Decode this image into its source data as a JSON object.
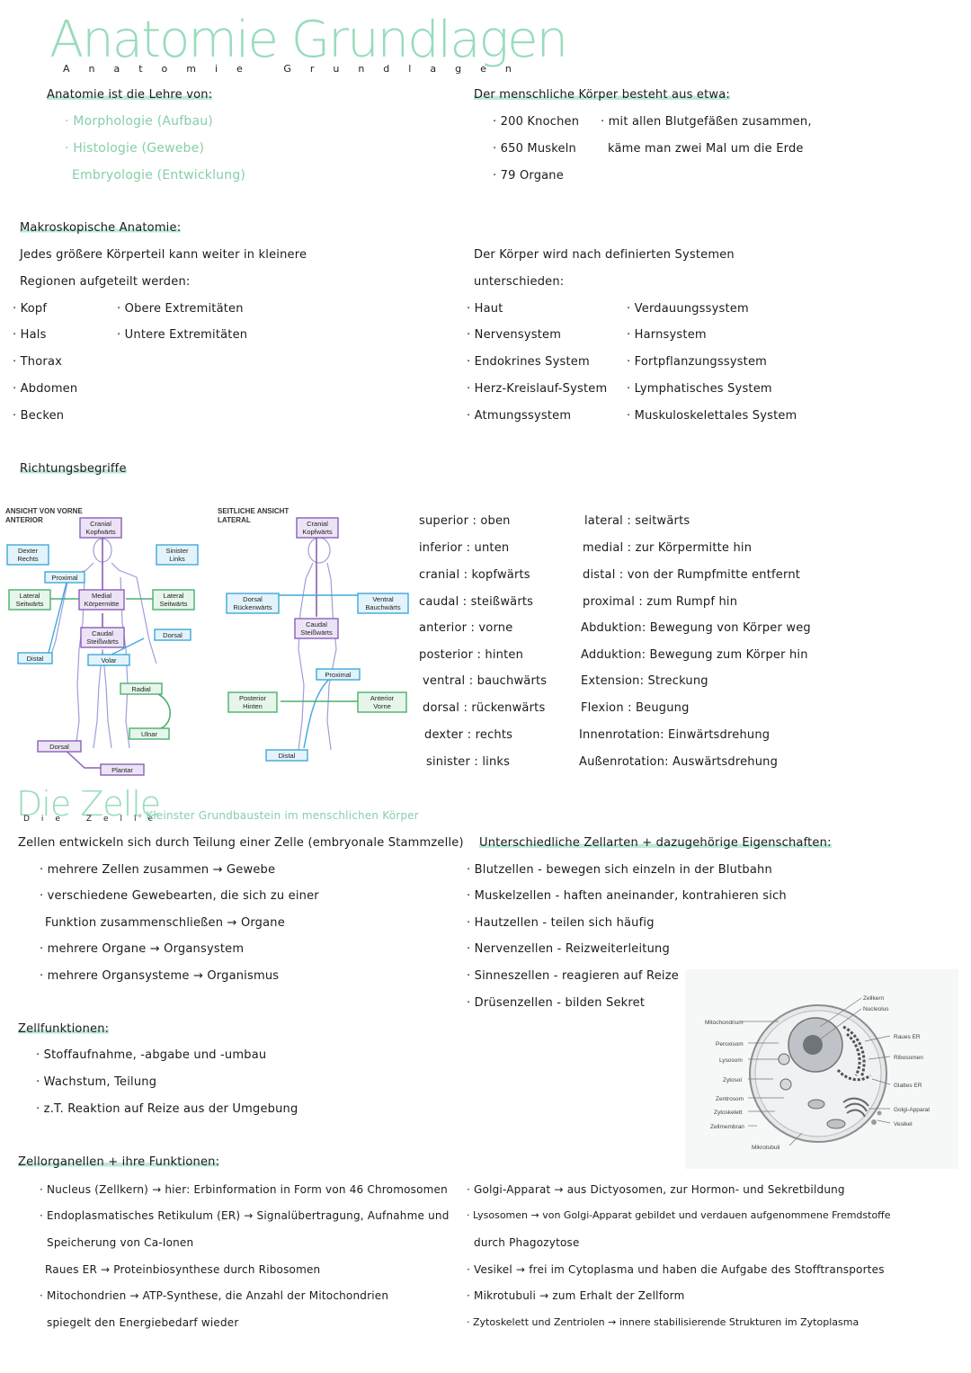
{
  "title": {
    "main": "Anatomie Grundlagen",
    "spaced": "Anatomie Grundlagen"
  },
  "intro": {
    "left_head": "Anatomie ist die Lehre von:",
    "left_items": [
      "· Morphologie (Aufbau)",
      "· Histologie (Gewebe)",
      "Embryologie (Entwicklung)"
    ],
    "right_head": "Der menschliche Körper besteht aus etwa:",
    "right_items": [
      "· 200 Knochen",
      "· 650 Muskeln",
      "· 79 Organe"
    ],
    "right_note": [
      "· mit allen Blutgefäßen zusammen,",
      "käme man zwei Mal um die Erde"
    ]
  },
  "makro": {
    "head": "Makroskopische Anatomie:",
    "line1": "Jedes größere Körperteil kann weiter in kleinere",
    "line2": "Regionen aufgeteilt werden:",
    "col1": [
      "· Kopf",
      "· Hals",
      "· Thorax",
      "· Abdomen",
      "· Becken"
    ],
    "col2": [
      "· Obere Extremitäten",
      "· Untere Extremitäten"
    ]
  },
  "systeme": {
    "line1": "Der Körper wird nach definierten Systemen",
    "line2": "unterschieden:",
    "col1": [
      "· Haut",
      "· Nervensystem",
      "· Endokrines System",
      "· Herz-Kreislauf-System",
      "· Atmungssystem"
    ],
    "col2": [
      "· Verdauungssystem",
      "· Harnsystem",
      "· Fortpflanzungssystem",
      "· Lymphatisches System",
      "· Muskuloskelettales System"
    ]
  },
  "richtung": {
    "head": "Richtungsbegriffe",
    "col1": [
      {
        "term": "superior",
        "def": ": oben"
      },
      {
        "term": "inferior",
        "def": ": unten"
      },
      {
        "term": "cranial",
        "def": ": kopfwärts"
      },
      {
        "term": "caudal",
        "def": ": steißwärts"
      },
      {
        "term": "anterior",
        "def": ": vorne"
      },
      {
        "term": "posterior",
        "def": ": hinten"
      },
      {
        "term": "ventral",
        "def": ": bauchwärts"
      },
      {
        "term": "dorsal",
        "def": ": rückenwärts"
      },
      {
        "term": "dexter",
        "def": ": rechts"
      },
      {
        "term": "sinister",
        "def": ": links"
      }
    ],
    "col2": [
      {
        "term": "lateral",
        "def": ": seitwärts"
      },
      {
        "term": "medial",
        "def": ": zur Körpermitte hin"
      },
      {
        "term": "distal",
        "def": ": von der Rumpfmitte entfernt"
      },
      {
        "term": "proximal",
        "def": ": zum Rumpf hin"
      },
      {
        "term": "Abduktion",
        "def": ": Bewegung von Körper weg"
      },
      {
        "term": "Adduktion",
        "def": ": Bewegung zum Körper hin"
      },
      {
        "term": "Extension",
        "def": ": Streckung"
      },
      {
        "term": "Flexion",
        "def": ": Beugung"
      },
      {
        "term": "Innenrotation",
        "def": ": Einwärtsdrehung"
      },
      {
        "term": "Außenrotation",
        "def": ": Auswärtsdrehung"
      }
    ]
  },
  "diagram_front": {
    "caption1": "ANSICHT VON VORNE",
    "caption2": "ANTERIOR",
    "cranial": [
      "Cranial",
      "Kopfwärts"
    ],
    "dexter": [
      "Dexter",
      "Rechts"
    ],
    "sinister": [
      "Sinister",
      "Links"
    ],
    "proximal": "Proximal",
    "lateral_l": [
      "Lateral",
      "Seitwärts"
    ],
    "medial": [
      "Medial",
      "Körpermitte"
    ],
    "lateral_r": [
      "Lateral",
      "Seitwärts"
    ],
    "caudal": [
      "Caudal",
      "Steißwärts"
    ],
    "dorsal_r": "Dorsal",
    "distal": "Distal",
    "volar": "Volar",
    "radial": "Radial",
    "ulnar": "Ulnar",
    "dorsal_foot": "Dorsal",
    "plantar": "Plantar"
  },
  "diagram_side": {
    "caption1": "SEITLICHE ANSICHT",
    "caption2": "LATERAL",
    "cranial": [
      "Cranial",
      "Kopfwärts"
    ],
    "dorsal": [
      "Dorsal",
      "Rückenwärts"
    ],
    "ventral": [
      "Ventral",
      "Bauchwärts"
    ],
    "caudal": [
      "Caudal",
      "Steißwärts"
    ],
    "proximal": "Proximal",
    "posterior": [
      "Posterior",
      "Hinten"
    ],
    "anterior": [
      "Anterior",
      "Vorne"
    ],
    "distal": "Distal"
  },
  "zelle": {
    "title": "Die Zelle",
    "spaced": "Die Zelle",
    "subtitle": "→ Kleinster Grundbaustein im menschlichen Körper",
    "intro": "Zellen entwickeln sich durch Teilung einer Zelle (embryonale Stammzelle)",
    "items": [
      "· mehrere Zellen zusammen → Gewebe",
      "· verschiedene Gewebearten, die sich zu einer",
      "Funktion zusammenschließen → Organe",
      "· mehrere Organe → Organsystem",
      "· mehrere Organsysteme → Organismus"
    ],
    "right_head": "Unterschiedliche Zellarten + dazugehörige Eigenschaften:",
    "right_items": [
      "· Blutzellen - bewegen sich einzeln in der Blutbahn",
      "· Muskelzellen - haften aneinander, kontrahieren sich",
      "· Hautzellen - teilen sich häufig",
      "· Nervenzellen - Reizweiterleitung",
      "· Sinneszellen - reagieren auf Reize",
      "· Drüsenzellen - bilden Sekret"
    ],
    "func_head": "Zellfunktionen:",
    "func_items": [
      "· Stoffaufnahme, -abgabe und -umbau",
      "· Wachstum, Teilung",
      "· z.T. Reaktion auf Reize aus der Umgebung"
    ],
    "org_head": "Zellorganellen + ihre Funktionen:",
    "org_left": [
      "· Nucleus (Zellkern) → hier: Erbinformation in Form von 46 Chromosomen",
      "· Endoplasmatisches Retikulum (ER) → Signalübertragung, Aufnahme und",
      "Speicherung von Ca-Ionen",
      "Raues ER → Proteinbiosynthese durch Ribosomen",
      "· Mitochondrien → ATP-Synthese, die Anzahl der Mitochondrien",
      "spiegelt den Energiebedarf wieder"
    ],
    "org_right": [
      "· Golgi-Apparat → aus Dictyosomen, zur Hormon- und Sekretbildung",
      "· Lysosomen → von Golgi-Apparat gebildet und verdauen aufgenommene Fremdstoffe",
      "durch Phagozytose",
      "· Vesikel → frei im Cytoplasma und haben die Aufgabe des Stofftransportes",
      "· Mikrotubuli → zum Erhalt der Zellform",
      "· Zytoskelett und Zentriolen → innere stabilisierende Strukturen im Zytoplasma"
    ]
  },
  "cell_diagram": {
    "left_labels": [
      "Mitochondrium",
      "Peroxisom",
      "Lysosom",
      "Zytosol",
      "Zentrosom",
      "Zytoskelett",
      "Zellmembran"
    ],
    "right_labels": [
      "Raues ER",
      "Ribosomen",
      "Glattes ER",
      "Golgi-Apparat",
      "Vesikel"
    ],
    "top_labels": [
      "Zellkern",
      "Nucleolus"
    ],
    "bottom_label": "Mikrotubuli"
  }
}
